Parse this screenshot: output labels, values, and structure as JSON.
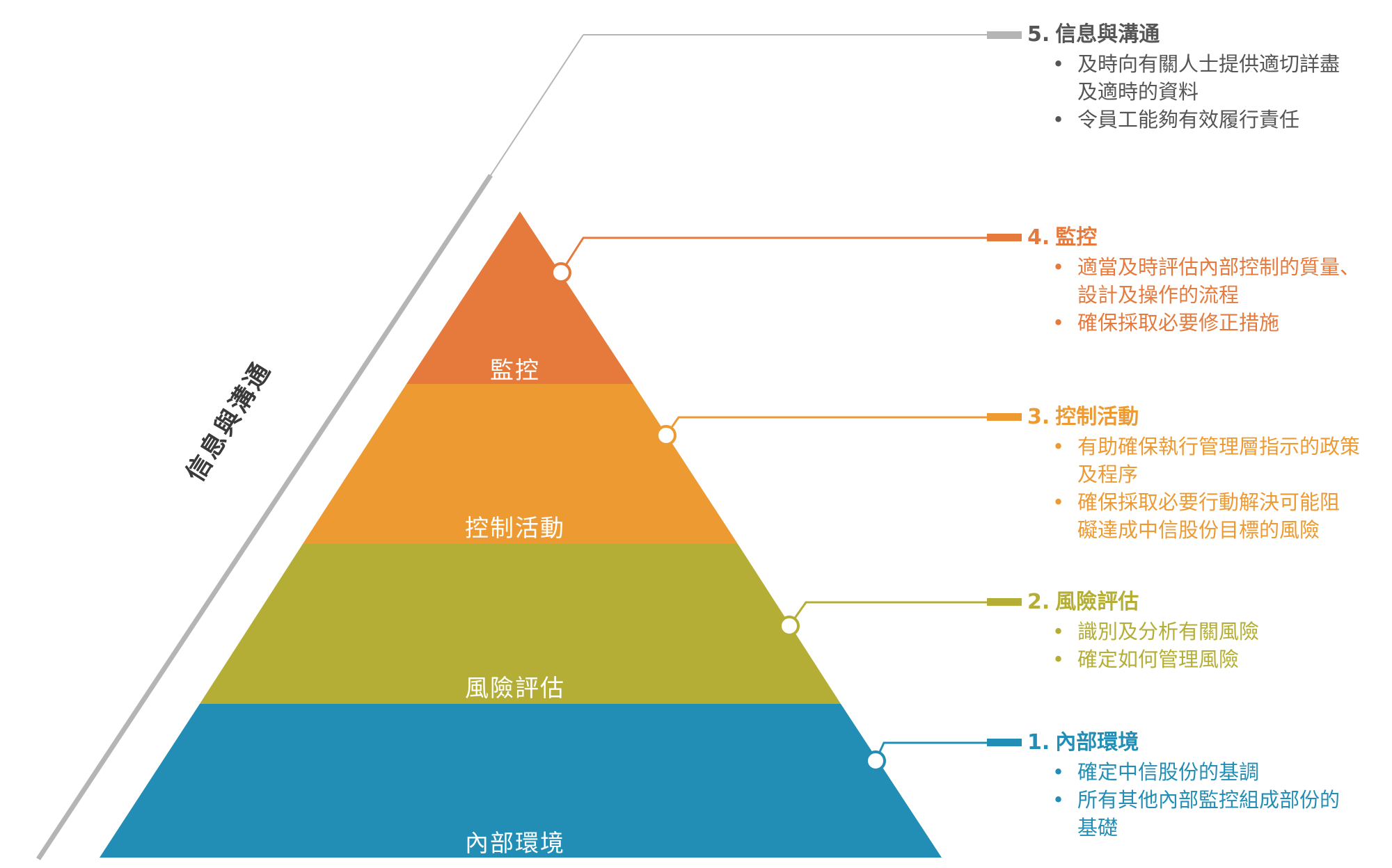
{
  "colors": {
    "monitoring": "#e67a3c",
    "control": "#ed9a33",
    "risk": "#b4ae36",
    "environment": "#238eb5",
    "communication": "#b5b5b5",
    "communication_text": "#555555"
  },
  "pyramid": {
    "tiers": [
      {
        "id": "monitoring",
        "label": "監控"
      },
      {
        "id": "control",
        "label": "控制活動"
      },
      {
        "id": "risk",
        "label": "風險評估"
      },
      {
        "id": "environment",
        "label": "內部環境"
      }
    ],
    "side_label": "信息與溝通"
  },
  "panels": [
    {
      "id": "communication",
      "num": "5.",
      "title": "信息與溝通",
      "bullets": [
        [
          "及時向有關人士提供適切詳盡",
          "及適時的資料"
        ],
        [
          "令員工能夠有效履行責任"
        ]
      ]
    },
    {
      "id": "monitoring",
      "num": "4.",
      "title": "監控",
      "bullets": [
        [
          "適當及時評估內部控制的質量、",
          "設計及操作的流程"
        ],
        [
          "確保採取必要修正措施"
        ]
      ]
    },
    {
      "id": "control",
      "num": "3.",
      "title": "控制活動",
      "bullets": [
        [
          "有助確保執行管理層指示的政策",
          "及程序"
        ],
        [
          "確保採取必要行動解決可能阻",
          "礙達成中信股份目標的風險"
        ]
      ]
    },
    {
      "id": "risk",
      "num": "2.",
      "title": "風險評估",
      "bullets": [
        [
          "識別及分析有關風險"
        ],
        [
          "確定如何管理風險"
        ]
      ]
    },
    {
      "id": "environment",
      "num": "1.",
      "title": "內部環境",
      "bullets": [
        [
          "確定中信股份的基調"
        ],
        [
          "所有其他內部監控組成部份的",
          "基礎"
        ]
      ]
    }
  ],
  "bullet_symbol": "•"
}
